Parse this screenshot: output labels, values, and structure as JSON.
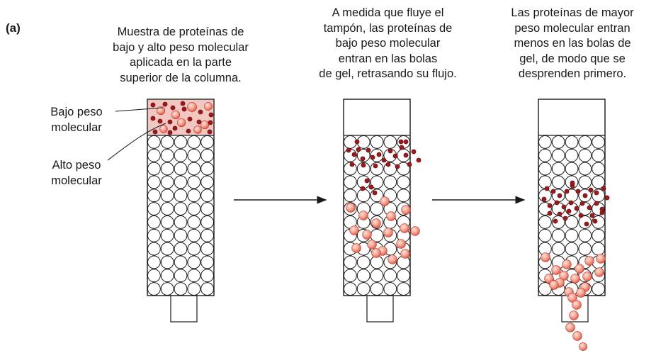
{
  "panel_label": "(a)",
  "captions": [
    [
      "Muestra de proteínas de",
      "bajo y alto peso molecular",
      "aplicada en la parte",
      "superior de la columna."
    ],
    [
      "A medida que fluye el",
      "tampón, las proteínas de",
      "bajo peso molecular",
      "entran en las bolas",
      "de gel, retrasando su flujo."
    ],
    [
      "Las proteínas de mayor",
      "peso molecular entran",
      "menos en las bolas de",
      "gel, de modo que se",
      "desprenden primero."
    ]
  ],
  "labels": {
    "low": [
      "Bajo peso",
      "molecular"
    ],
    "high": [
      "Alto peso",
      "molecular"
    ]
  },
  "colors": {
    "outline": "#1a1a1a",
    "small_protein": "#a4161a",
    "large_protein_center": "#fde3d8",
    "large_protein_edge": "#e0503e",
    "sample_band": "#f3c7c1"
  }
}
